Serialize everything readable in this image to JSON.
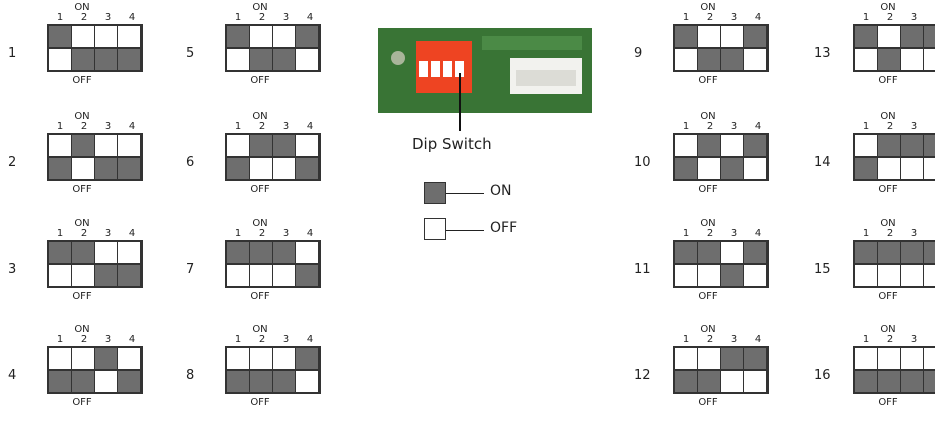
{
  "labels": {
    "on": "ON",
    "off": "OFF",
    "dip_switch": "Dip Switch",
    "switch_numbers": [
      "1",
      "2",
      "3",
      "4"
    ]
  },
  "legend": [
    {
      "state": "on",
      "label": "ON"
    },
    {
      "state": "off",
      "label": "OFF"
    }
  ],
  "colors": {
    "on": "#6e6e6e",
    "off": "#ffffff",
    "pcb": "#3f7a3a",
    "switch_body": "#ee4422"
  },
  "settings": [
    {
      "number": "1",
      "switches": [
        "on",
        "off",
        "off",
        "off"
      ]
    },
    {
      "number": "2",
      "switches": [
        "off",
        "on",
        "off",
        "off"
      ]
    },
    {
      "number": "3",
      "switches": [
        "on",
        "on",
        "off",
        "off"
      ]
    },
    {
      "number": "4",
      "switches": [
        "off",
        "off",
        "on",
        "off"
      ]
    },
    {
      "number": "5",
      "switches": [
        "on",
        "off",
        "off",
        "on"
      ]
    },
    {
      "number": "6",
      "switches": [
        "off",
        "on",
        "on",
        "off"
      ]
    },
    {
      "number": "7",
      "switches": [
        "on",
        "on",
        "on",
        "off"
      ]
    },
    {
      "number": "8",
      "switches": [
        "off",
        "off",
        "off",
        "on"
      ]
    },
    {
      "number": "9",
      "switches": [
        "on",
        "off",
        "off",
        "on"
      ]
    },
    {
      "number": "10",
      "switches": [
        "off",
        "on",
        "off",
        "on"
      ]
    },
    {
      "number": "11",
      "switches": [
        "on",
        "on",
        "off",
        "on"
      ]
    },
    {
      "number": "12",
      "switches": [
        "off",
        "off",
        "on",
        "on"
      ]
    },
    {
      "number": "13",
      "switches": [
        "on",
        "off",
        "on",
        "on"
      ]
    },
    {
      "number": "14",
      "switches": [
        "off",
        "on",
        "on",
        "on"
      ]
    },
    {
      "number": "15",
      "switches": [
        "on",
        "on",
        "on",
        "on"
      ]
    },
    {
      "number": "16",
      "switches": [
        "off",
        "off",
        "off",
        "off"
      ]
    }
  ]
}
